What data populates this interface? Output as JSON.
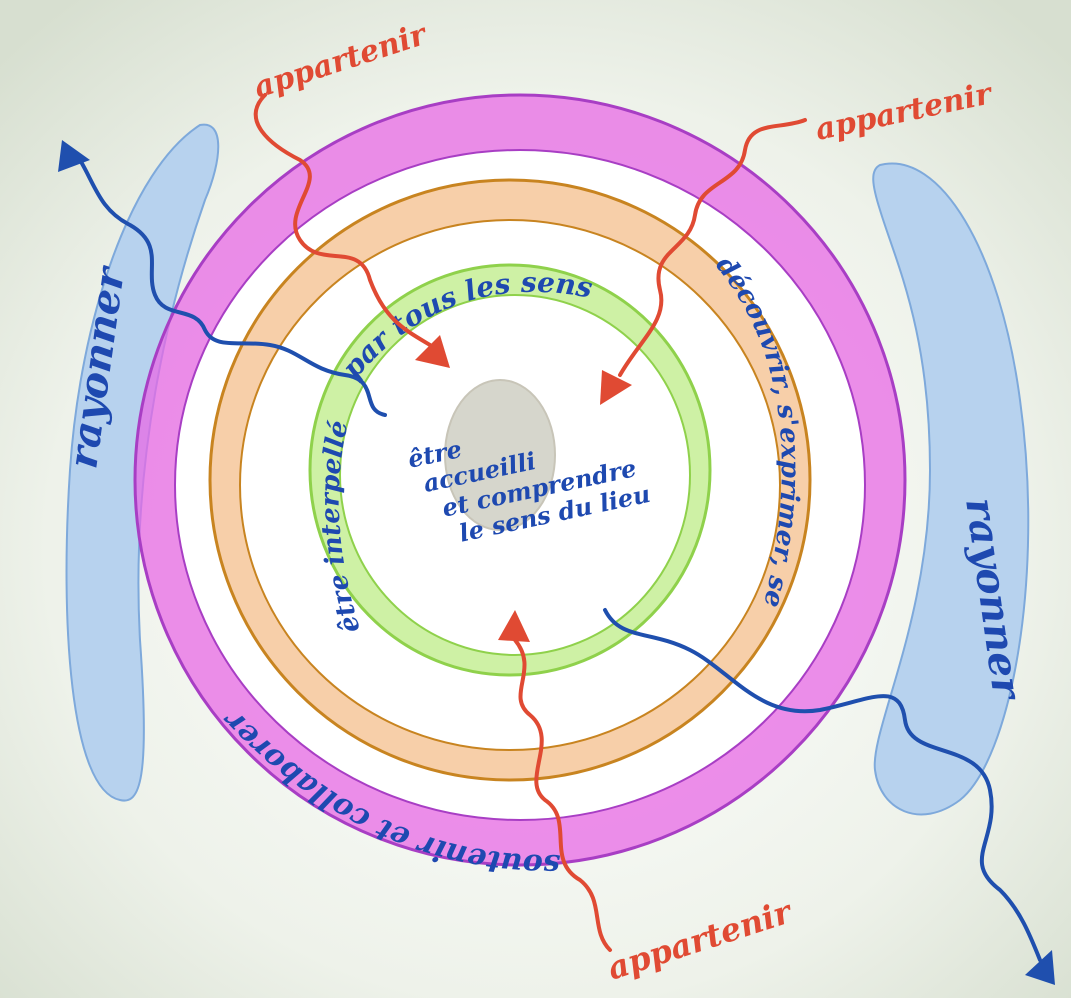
{
  "center": {
    "lines": [
      "être",
      "accueilli",
      "et comprendre",
      "le sens du lieu"
    ]
  },
  "rings": {
    "green": "par tous les sens",
    "green_left": "être interpellé",
    "orange": "découvrir, s'exprimer, se développer",
    "pink": "soutenir et collaborer"
  },
  "arrows": {
    "red_label": "appartenir",
    "blue_label": "rayonner"
  },
  "colors": {
    "pink": "#e86ae6",
    "pink_stroke": "#a83ec4",
    "orange": "#f6c79a",
    "orange_stroke": "#c88420",
    "green": "#c9f09b",
    "green_stroke": "#8fd14b",
    "center": "#ffffff",
    "core": "#d6d6cc",
    "red": "#e04a33",
    "blue": "#1f4fae",
    "light_blue": "#b7d2ee",
    "text_blue": "#1e49b0"
  }
}
